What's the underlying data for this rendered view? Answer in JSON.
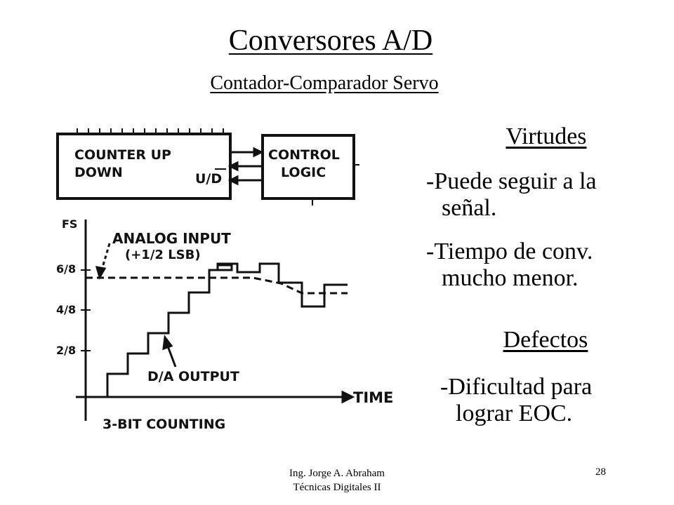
{
  "slide": {
    "title": "Conversores A/D",
    "subtitle": "Contador-Comparador Servo",
    "virtues_heading": "Virtudes",
    "virtues": [
      {
        "line1": "-Puede seguir a la",
        "line2": " señal."
      },
      {
        "line1": "-Tiempo de conv.",
        "line2": " mucho menor."
      }
    ],
    "defects_heading": "Defectos",
    "defects": [
      {
        "line1": "-Dificultad para",
        "line2": " lograr EOC."
      }
    ],
    "footer": {
      "author": "Ing. Jorge A. Abraham",
      "course": "Técnicas Digitales II",
      "page": "28"
    }
  },
  "diagram": {
    "counter_block": {
      "line1": "COUNTER  UP",
      "line2": "DOWN",
      "ud": "U/D"
    },
    "control_block": {
      "line1": "CONTROL",
      "line2": "LOGIC"
    },
    "axis": {
      "fs": "FS",
      "ticks": [
        "6/8",
        "4/8",
        "2/8"
      ],
      "time": "TIME"
    },
    "labels": {
      "analog_input": "ANALOG  INPUT",
      "half_lsb": "(+1/2  LSB)",
      "da_output": "D/A  OUTPUT",
      "counting": "3-BIT  COUNTING"
    }
  }
}
